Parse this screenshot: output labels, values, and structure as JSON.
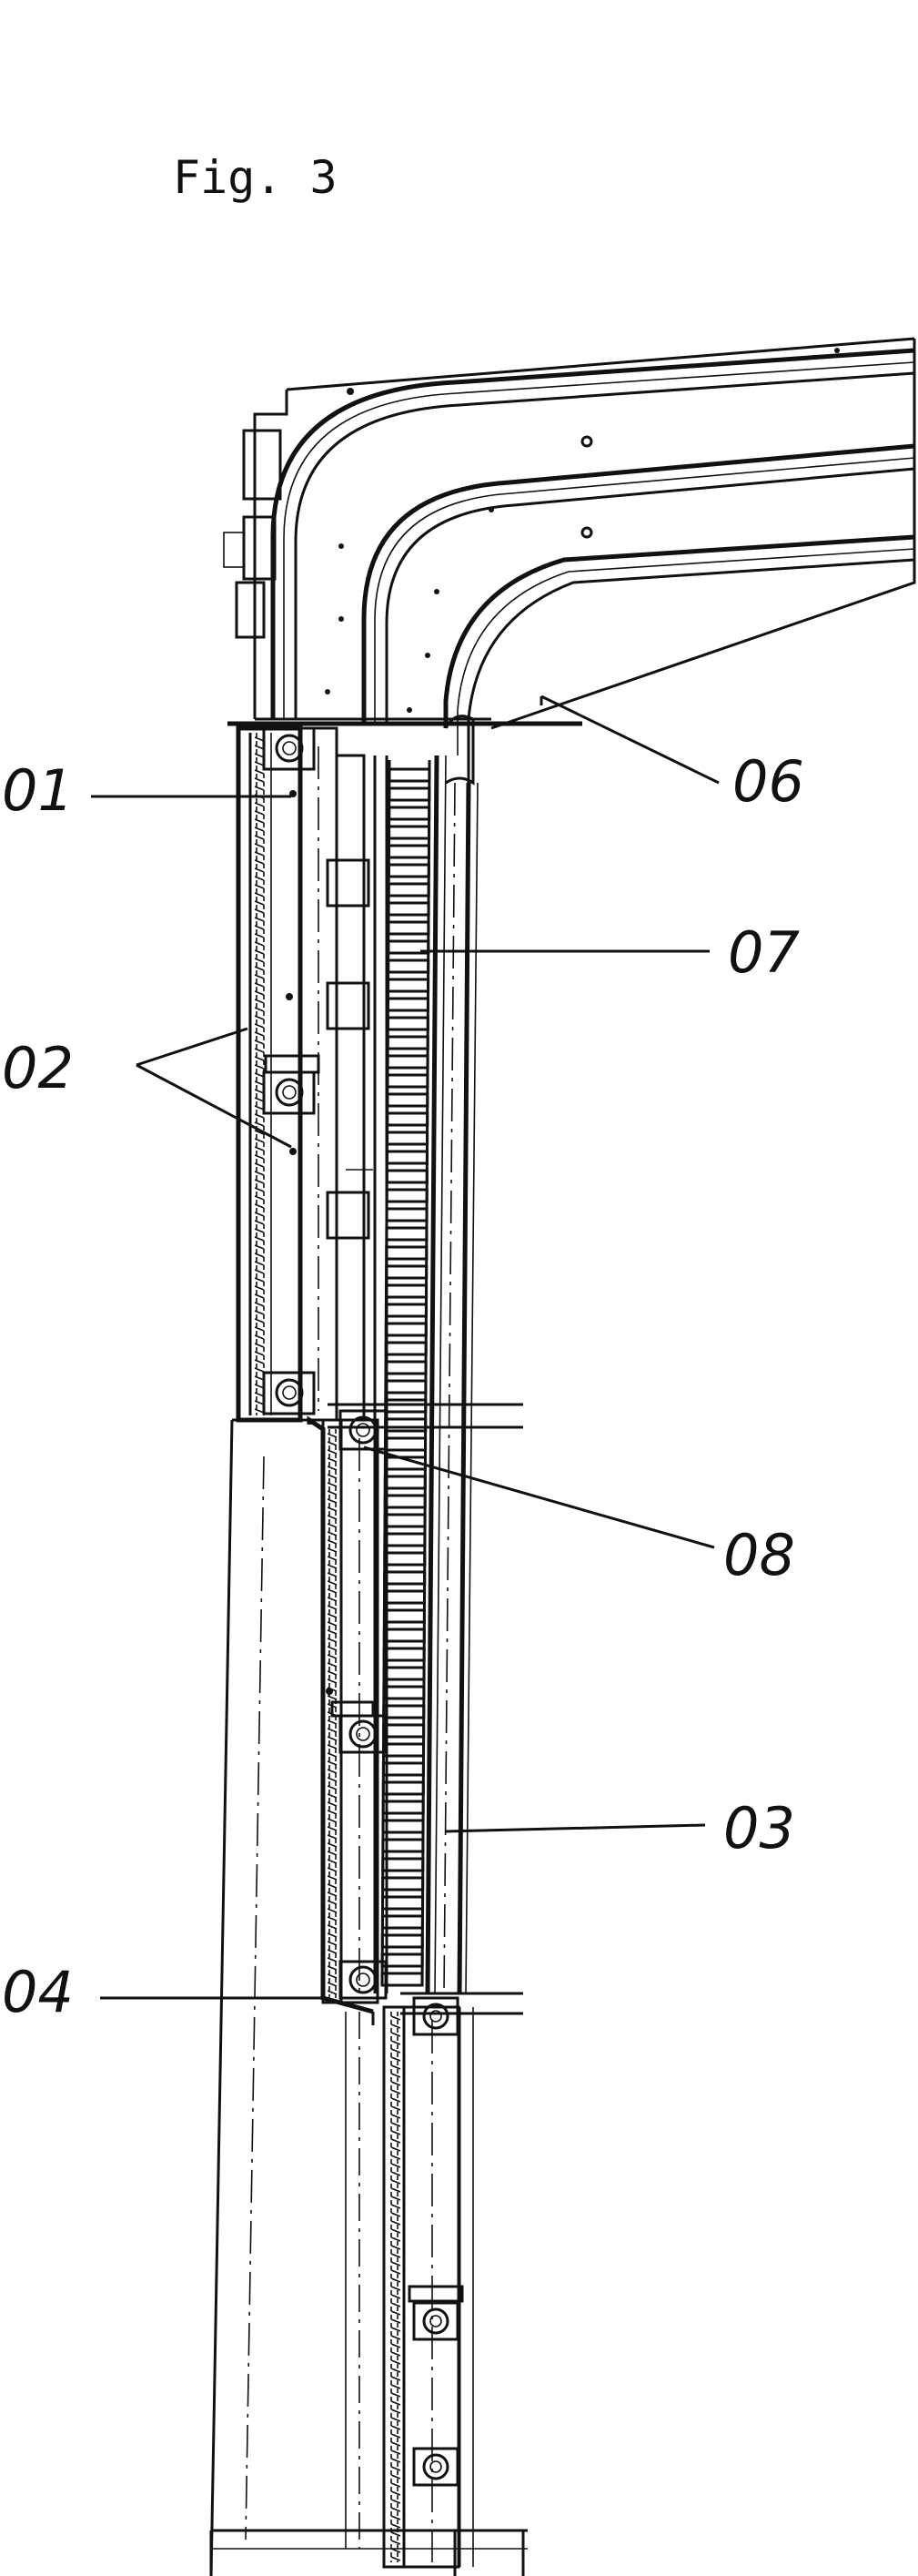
{
  "figure": {
    "title": "Fig. 3"
  },
  "labels": {
    "l01": "01",
    "l02": "02",
    "l03": "03",
    "l04": "04",
    "l06": "06",
    "l07": "07",
    "l08": "08"
  }
}
